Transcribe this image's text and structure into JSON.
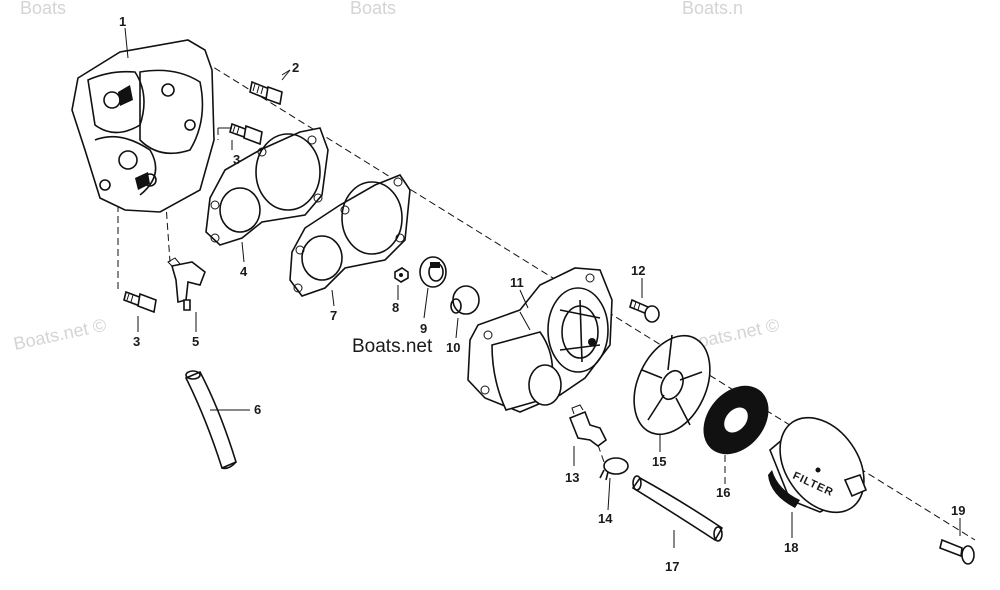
{
  "watermarks": {
    "top_left": "Boats",
    "top_center": "Boats",
    "top_right": "Boats.n",
    "mid_left": "Boats.net ©",
    "mid_right": "Boats.net ©",
    "center": "Boats.net"
  },
  "part_labels": {
    "p1": "1",
    "p2": "2",
    "p3a": "3",
    "p3b": "3",
    "p4": "4",
    "p5": "5",
    "p6": "6",
    "p7": "7",
    "p8": "8",
    "p9": "9",
    "p10": "10",
    "p11": "11",
    "p12": "12",
    "p13": "13",
    "p14": "14",
    "p15": "15",
    "p16": "16",
    "p17": "17",
    "p18": "18",
    "p19": "19"
  },
  "filter_text": "FILTER",
  "colors": {
    "ink": "#111111",
    "watermark": "#d4d4d4",
    "background": "#ffffff"
  }
}
